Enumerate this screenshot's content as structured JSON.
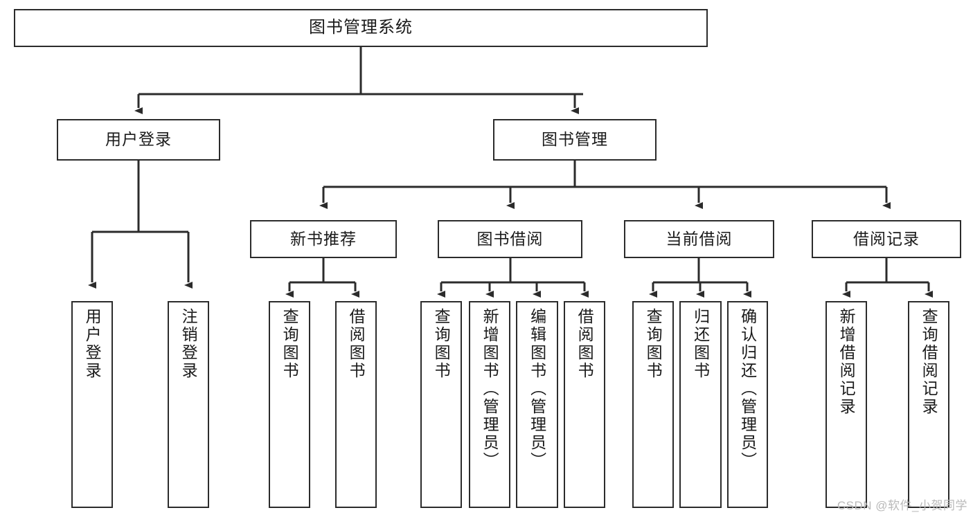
{
  "diagram": {
    "type": "tree-hierarchy-chart",
    "title": "图书管理系统",
    "colors": {
      "box_border": "#2b2b2b",
      "box_fill": "#ffffff",
      "edge": "#2b2b2b",
      "text": "#1a1a1a",
      "watermark": "#b9b9b9",
      "background": "#ffffff"
    },
    "root": {
      "label": "图书管理系统"
    },
    "level1": [
      {
        "id": "user-login",
        "label": "用户登录"
      },
      {
        "id": "book-management",
        "label": "图书管理"
      }
    ],
    "level2": [
      {
        "id": "new-book-recommend",
        "label": "新书推荐",
        "parent": "book-management"
      },
      {
        "id": "book-borrow",
        "label": "图书借阅",
        "parent": "book-management"
      },
      {
        "id": "current-borrow",
        "label": "当前借阅",
        "parent": "book-management"
      },
      {
        "id": "borrow-record",
        "label": "借阅记录",
        "parent": "book-management"
      }
    ],
    "leaves": {
      "user_login": [
        {
          "id": "leaf-user-login",
          "label": "用户登录"
        },
        {
          "id": "leaf-logout-login",
          "label": "注销登录"
        }
      ],
      "new_book_recommend": [
        {
          "id": "leaf-query-book-1",
          "label": "查询图书"
        },
        {
          "id": "leaf-borrow-book-1",
          "label": "借阅图书"
        }
      ],
      "book_borrow": [
        {
          "id": "leaf-query-book-2",
          "label": "查询图书"
        },
        {
          "id": "leaf-add-book",
          "label": "新增图书（管理员）"
        },
        {
          "id": "leaf-edit-book",
          "label": "编辑图书（管理员）"
        },
        {
          "id": "leaf-borrow-book-2",
          "label": "借阅图书"
        }
      ],
      "current_borrow": [
        {
          "id": "leaf-query-book-3",
          "label": "查询图书"
        },
        {
          "id": "leaf-return-book",
          "label": "归还图书"
        },
        {
          "id": "leaf-confirm-return",
          "label": "确认归还（管理员）"
        }
      ],
      "borrow_record": [
        {
          "id": "leaf-add-record",
          "label": "新增借阅记录"
        },
        {
          "id": "leaf-query-record",
          "label": "查询借阅记录"
        }
      ]
    }
  },
  "watermark": {
    "text": "CSDN @软件_小贺同学"
  }
}
